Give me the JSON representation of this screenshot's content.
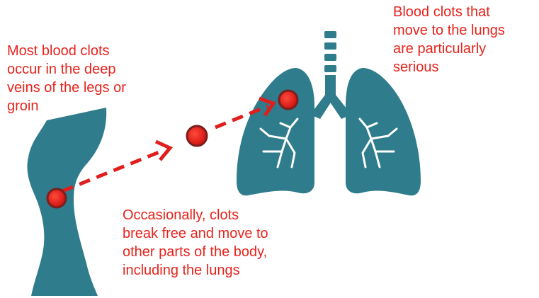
{
  "colors": {
    "accent_text": "#e8231c",
    "organ_fill": "#2f7c8c",
    "airway_lines": "#ffffff",
    "clot_fill": "#e01e1e",
    "clot_outline": "#7a1f1f",
    "arrow_color": "#e01e1e",
    "background": "#ffffff"
  },
  "icons": {
    "leg": "leg-icon",
    "lungs": "lungs-icon",
    "clot": "blood-clot-marker",
    "arrow": "dashed-arrow"
  },
  "captions": {
    "legs": "Most blood clots\noccur in the deep\nveins of the legs or\ngroin",
    "travel": "Occasionally, clots\nbreak free and move to\nother parts of the body,\nincluding the lungs",
    "lungs": "Blood clots that\nmove to the lungs\nare particularly\nserious"
  }
}
